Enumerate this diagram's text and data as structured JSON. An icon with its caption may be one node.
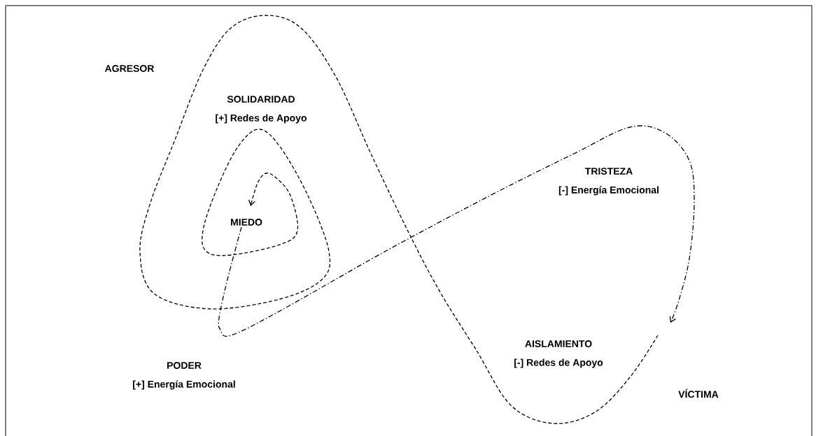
{
  "diagram": {
    "labels": [
      "AGRESOR",
      "SOLIDARIDAD",
      "[+] Redes de Apoyo",
      "MIEDO",
      "TRISTEZA",
      "[-] Energía Emocional",
      "AISLAMIENTO",
      "[-] Redes de Apoyo",
      "PODER",
      "[+] Energía Emocional",
      "VÍCTIMA"
    ]
  }
}
